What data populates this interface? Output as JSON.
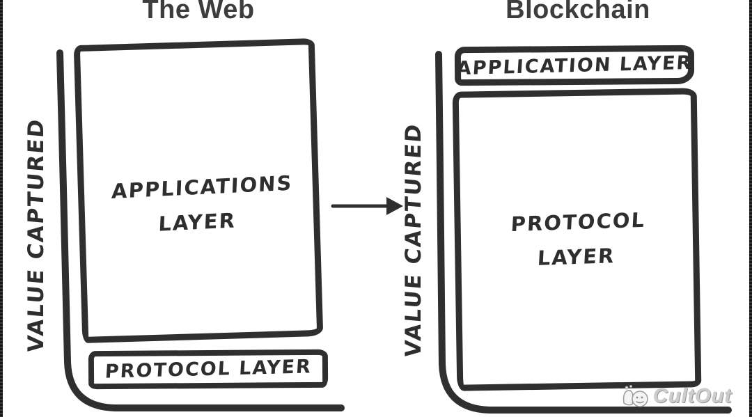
{
  "diagram": {
    "panels": [
      {
        "title": "The Web",
        "axis_label": "VALUE CAPTURED",
        "layers": [
          {
            "label": "APPLICATIONS LAYER",
            "size": "large"
          },
          {
            "label": "PROTOCOL LAYER",
            "size": "small"
          }
        ]
      },
      {
        "title": "Blockchain",
        "axis_label": "VALUE CAPTURED",
        "layers": [
          {
            "label": "APPLICATION LAYER",
            "size": "small"
          },
          {
            "label": "PROTOCOL LAYER",
            "size": "large"
          }
        ]
      }
    ],
    "arrow": {
      "direction": "right"
    }
  },
  "watermark": {
    "text": "CultOut"
  },
  "colors": {
    "ink": "#2f2f2f",
    "title_text": "#3d3d3d",
    "background": "#ffffff",
    "watermark_gray": "#cdcdcd"
  }
}
